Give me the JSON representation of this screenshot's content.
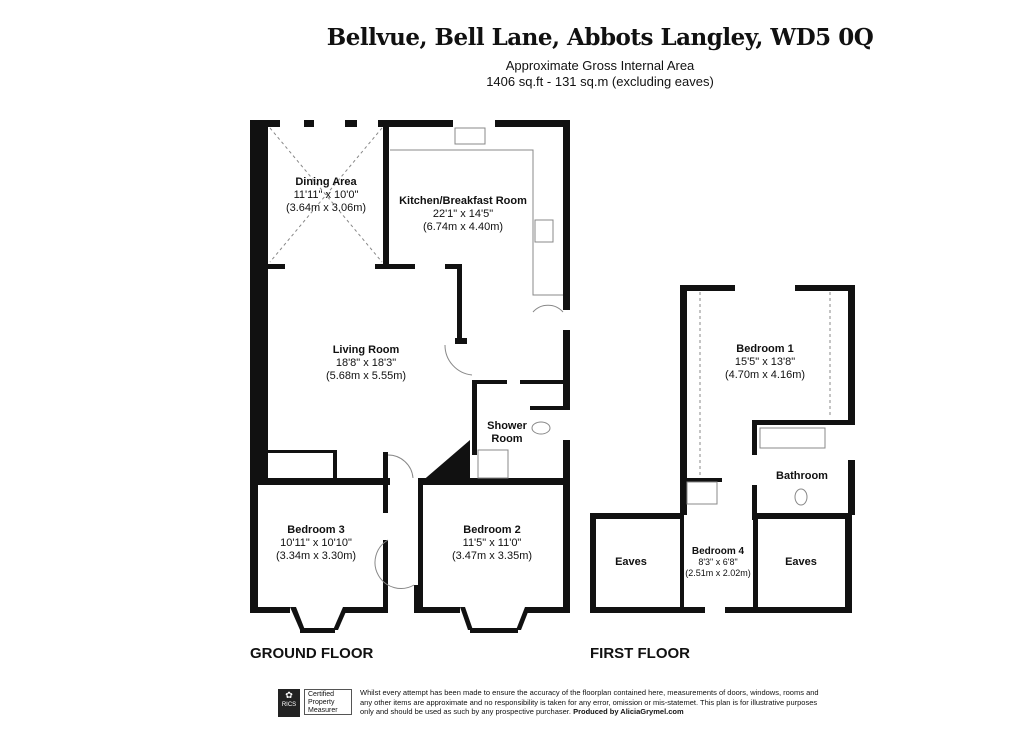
{
  "header": {
    "title": "Bellvue, Bell Lane,  Abbots Langley, WD5 0Q",
    "subtitle": "Approximate Gross Internal Area",
    "area": "1406 sq.ft - 131 sq.m  (excluding eaves)"
  },
  "ground_floor": {
    "label": "GROUND FLOOR",
    "rooms": [
      {
        "name": "Dining Area",
        "imperial": "11'11\" x 10'0\"",
        "metric": "(3.64m x 3.06m)"
      },
      {
        "name": "Kitchen/Breakfast Room",
        "imperial": "22'1\" x 14'5\"",
        "metric": "(6.74m x 4.40m)"
      },
      {
        "name": "Living Room",
        "imperial": "18'8\" x 18'3\"",
        "metric": "(5.68m x 5.55m)"
      },
      {
        "name": "Shower",
        "name2": "Room"
      },
      {
        "name": "Bedroom 3",
        "imperial": "10'11\" x 10'10\"",
        "metric": "(3.34m x 3.30m)"
      },
      {
        "name": "Bedroom 2",
        "imperial": "11'5\" x 11'0\"",
        "metric": "(3.47m x 3.35m)"
      }
    ]
  },
  "first_floor": {
    "label": "FIRST FLOOR",
    "rooms": [
      {
        "name": "Bedroom 1",
        "imperial": "15'5\" x 13'8\"",
        "metric": "(4.70m x 4.16m)"
      },
      {
        "name": "Bathroom"
      },
      {
        "name": "Eaves"
      },
      {
        "name": "Bedroom 4",
        "imperial": "8'3\" x 6'8\"",
        "metric": "(2.51m x 2.02m)"
      },
      {
        "name": "Eaves"
      }
    ]
  },
  "footer": {
    "rics": "RICS",
    "certified": "Certified Property Measurer",
    "disclaimer": "Whilst every attempt has been made to ensure the accuracy of the floorplan contained here, measurements of doors, windows, rooms and any other items are approximate and no responsibility is taken for any error, omission or mis-statemet. This plan is for illustrative purposes only and should be used as such by any prospective purchaser.",
    "produced": "Produced by AliciaGrymel.com"
  }
}
